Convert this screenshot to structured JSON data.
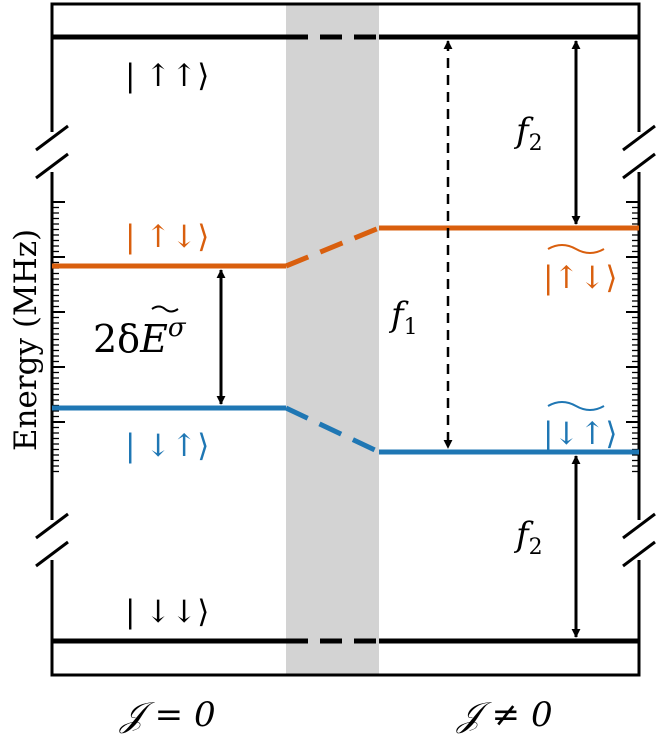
{
  "axis": {
    "ylabel": "Energy (MHz)"
  },
  "states": {
    "up_up": "| ↑↑⟩",
    "up_down": "| ↑↓⟩",
    "down_up": "| ↓↑⟩",
    "down_down": "| ↓↓⟩",
    "up_down_mixed": "|↑↓⟩",
    "down_up_mixed": "|↓↑⟩"
  },
  "annotations": {
    "splitting": {
      "prefix": "2δ",
      "symbol": "E",
      "sup": "σ"
    },
    "f1": {
      "base": "f",
      "sub": "1"
    },
    "f2_top": {
      "base": "f",
      "sub": "2"
    },
    "f2_bottom": {
      "base": "f",
      "sub": "2"
    }
  },
  "xlabels": {
    "left": "𝒥 = 0",
    "right": "𝒥 ≠ 0"
  },
  "colors": {
    "orange": "#D95F0E",
    "blue": "#1F77B4",
    "black": "#000000",
    "shade": "#D3D3D3"
  }
}
